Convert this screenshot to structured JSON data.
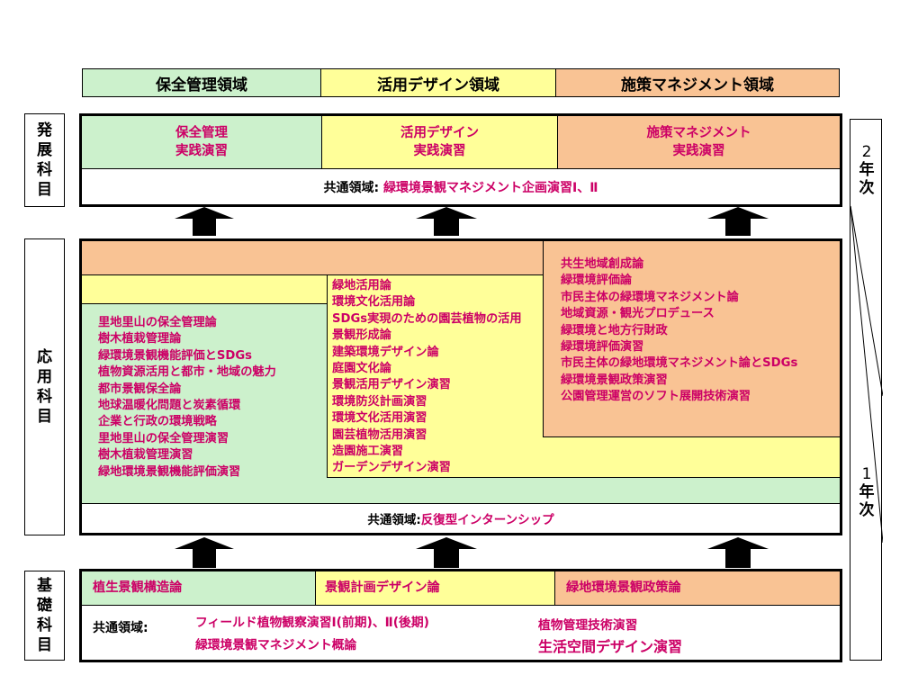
{
  "domains": [
    {
      "label": "保全管理領域",
      "color": "#ccf1cc"
    },
    {
      "label": "活用デザイン領域",
      "color": "#ffff99"
    },
    {
      "label": "施策マネジメント領域",
      "color": "#f9c394"
    }
  ],
  "levels": {
    "advanced": [
      "発",
      "展",
      "科",
      "目"
    ],
    "applied": [
      "応",
      "用",
      "科",
      "目"
    ],
    "basic": [
      "基",
      "礎",
      "科",
      "目"
    ]
  },
  "years": {
    "second": [
      "2",
      "年",
      "次"
    ],
    "first": [
      "1",
      "年",
      "次"
    ]
  },
  "advanced": {
    "practice": [
      {
        "line1": "保全管理",
        "line2": "実践演習"
      },
      {
        "line1": "活用デザイン",
        "line2": "実践演習"
      },
      {
        "line1": "施策マネジメント",
        "line2": "実践演習"
      }
    ],
    "common_label": "共通領域:",
    "common_value": "緑環境景観マネジメント企画演習Ⅰ、Ⅱ"
  },
  "applied": {
    "conservation": [
      "里地里山の保全管理論",
      "樹木植栽管理論",
      "緑環境景観機能評価とSDGs",
      "植物資源活用と都市・地域の魅力",
      "都市景観保全論",
      "地球温暖化問題と炭素循環",
      "企業と行政の環境戦略",
      "里地里山の保全管理演習",
      "樹木植栽管理演習",
      "緑地環境景観機能評価演習"
    ],
    "design": [
      "緑地活用論",
      "環境文化活用論",
      "SDGs実現のための園芸植物の活用",
      "景観形成論",
      "建築環境デザイン論",
      "庭園文化論",
      "景観活用デザイン演習",
      "環境防災計画演習",
      "環境文化活用演習",
      "園芸植物活用演習",
      "造園施工演習",
      "ガーデンデザイン演習"
    ],
    "management": [
      "共生地域創成論",
      "緑環境評価論",
      "市民主体の緑環境マネジメント論",
      "地域資源・観光プロデュース",
      "緑環境と地方行財政",
      "緑環境評価演習",
      "市民主体の緑地環境マネジメント論とSDGs",
      "緑環境景観政策演習",
      "公園管理運営のソフト展開技術演習"
    ],
    "common_label": "共通領域:",
    "common_value": "反復型インターンシップ"
  },
  "basic": {
    "cells": [
      "植生景観構造論",
      "景観計画デザイン論",
      "緑地環境景観政策論"
    ],
    "common_label": "共通領域:",
    "common_items": [
      "フィールド植物観察演習Ⅰ(前期)、Ⅱ(後期)",
      "緑環境景観マネジメント概論",
      "植物管理技術演習",
      "生活空間デザイン演習"
    ]
  }
}
